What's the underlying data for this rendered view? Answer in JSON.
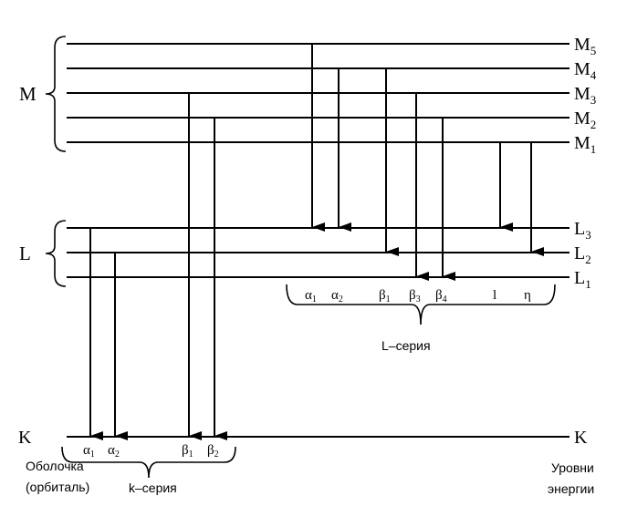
{
  "shell_groups": [
    {
      "id": "M",
      "label": "M"
    },
    {
      "id": "L",
      "label": "L"
    }
  ],
  "levels": [
    {
      "id": "M5",
      "letter": "M",
      "sub": "5"
    },
    {
      "id": "M4",
      "letter": "M",
      "sub": "4"
    },
    {
      "id": "M3",
      "letter": "M",
      "sub": "3"
    },
    {
      "id": "M2",
      "letter": "M",
      "sub": "2"
    },
    {
      "id": "M1",
      "letter": "M",
      "sub": "1"
    },
    {
      "id": "L3",
      "letter": "L",
      "sub": "3"
    },
    {
      "id": "L2",
      "letter": "L",
      "sub": "2"
    },
    {
      "id": "L1",
      "letter": "L",
      "sub": "1"
    },
    {
      "id": "K",
      "letter": "K",
      "sub": ""
    }
  ],
  "k_left_label": "K",
  "transitions": [
    {
      "from": "L3",
      "to": "K",
      "greek": "α",
      "sub": "1",
      "series": "k"
    },
    {
      "from": "L2",
      "to": "K",
      "greek": "α",
      "sub": "2",
      "series": "k"
    },
    {
      "from": "M3",
      "to": "K",
      "greek": "β",
      "sub": "1",
      "series": "k"
    },
    {
      "from": "M2",
      "to": "K",
      "greek": "β",
      "sub": "2",
      "series": "k"
    },
    {
      "from": "M5",
      "to": "L3",
      "greek": "α",
      "sub": "1",
      "series": "L"
    },
    {
      "from": "M4",
      "to": "L3",
      "greek": "α",
      "sub": "2",
      "series": "L"
    },
    {
      "from": "M4",
      "to": "L2",
      "greek": "β",
      "sub": "1",
      "series": "L"
    },
    {
      "from": "M3",
      "to": "L1",
      "greek": "β",
      "sub": "3",
      "series": "L"
    },
    {
      "from": "M2",
      "to": "L1",
      "greek": "β",
      "sub": "4",
      "series": "L"
    },
    {
      "from": "M1",
      "to": "L3",
      "greek": "l",
      "sub": "",
      "series": "L"
    },
    {
      "from": "M1",
      "to": "L2",
      "greek": "η",
      "sub": "",
      "series": "L"
    }
  ],
  "series_labels": {
    "L": "L–серия",
    "k": "k–серия"
  },
  "captions": {
    "shell_line1": "Оболочка",
    "shell_line2": "(орбиталь)",
    "energy_line1": "Уровни",
    "energy_line2": "энергии"
  },
  "colors": {
    "ink": "#000000",
    "background": "#ffffff"
  }
}
